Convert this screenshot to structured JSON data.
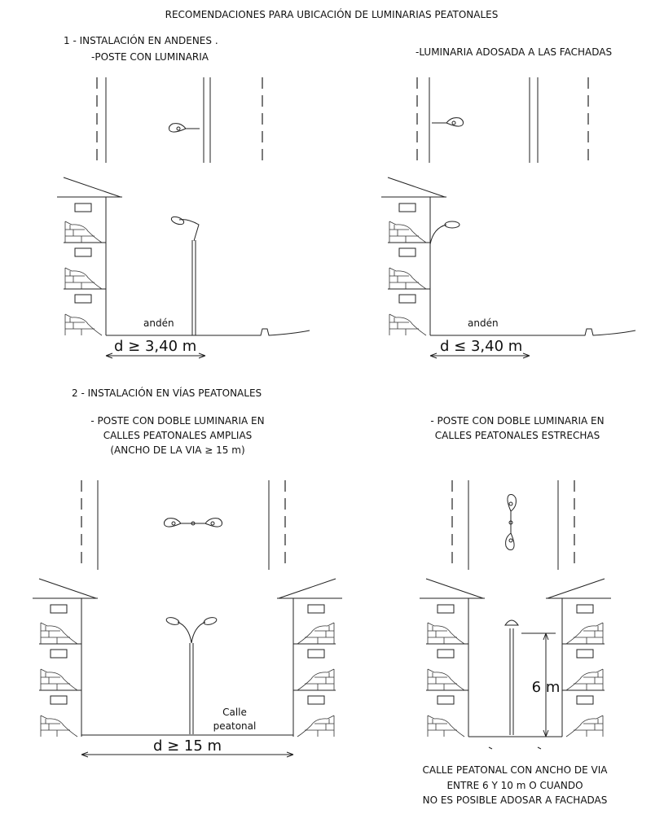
{
  "title": "RECOMENDACIONES PARA UBICACIÓN DE LUMINARIAS PEATONALES",
  "section1": {
    "heading": "1 - INSTALACIÓN EN ANDENES .",
    "left": {
      "subtitle": "-POSTE CON LUMINARIA",
      "sidewalk_label": "andén",
      "dimension": "d ≥ 3,40 m"
    },
    "right": {
      "subtitle": "-LUMINARIA ADOSADA A LAS FACHADAS",
      "sidewalk_label": "andén",
      "dimension": "d ≤ 3,40 m"
    }
  },
  "section2": {
    "heading": "2 - INSTALACIÓN EN VÍAS PEATONALES",
    "left": {
      "subtitle_lines": [
        "- POSTE CON DOBLE LUMINARIA EN",
        "CALLES PEATONALES AMPLIAS",
        "(ANCHO DE LA VIA ≥ 15 m)"
      ],
      "street_label_lines": [
        "Calle",
        "peatonal"
      ],
      "dimension": "d ≥ 15 m"
    },
    "right": {
      "subtitle_lines": [
        "- POSTE CON DOBLE LUMINARIA EN",
        "CALLES PEATONALES ESTRECHAS"
      ],
      "height_dimension": "6 m",
      "caption_lines": [
        "CALLE PEATONAL CON ANCHO DE VIA",
        "ENTRE 6 Y 10 m O CUANDO",
        "NO ES POSIBLE ADOSAR A FACHADAS"
      ]
    }
  }
}
